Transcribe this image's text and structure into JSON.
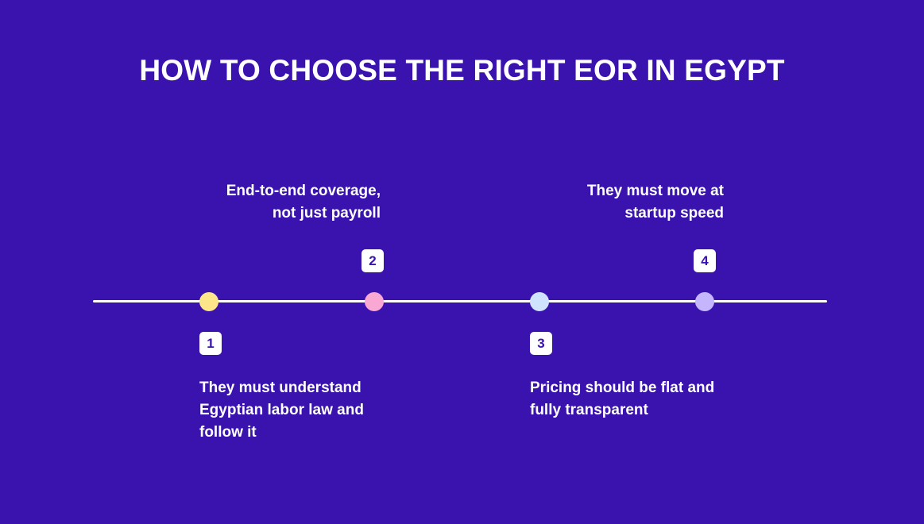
{
  "title": "HOW TO CHOOSE THE RIGHT EOR IN EGYPT",
  "colors": {
    "background": "#3a12ad",
    "line": "#ffffff",
    "badge_bg": "#ffffff",
    "badge_text": "#3a12ad"
  },
  "steps": [
    {
      "number": "1",
      "lines": [
        "They must understand",
        "Egyptian labor law and",
        "follow it"
      ],
      "dot_color": "#fde68a",
      "position": "below"
    },
    {
      "number": "2",
      "lines": [
        "End-to-end coverage,",
        "not just payroll"
      ],
      "dot_color": "#f9a8d4",
      "position": "above"
    },
    {
      "number": "3",
      "lines": [
        "Pricing should be flat and",
        "fully transparent"
      ],
      "dot_color": "#cfe3ff",
      "position": "below"
    },
    {
      "number": "4",
      "lines": [
        "They must move at",
        "startup speed"
      ],
      "dot_color": "#c4b5fd",
      "position": "above"
    }
  ]
}
